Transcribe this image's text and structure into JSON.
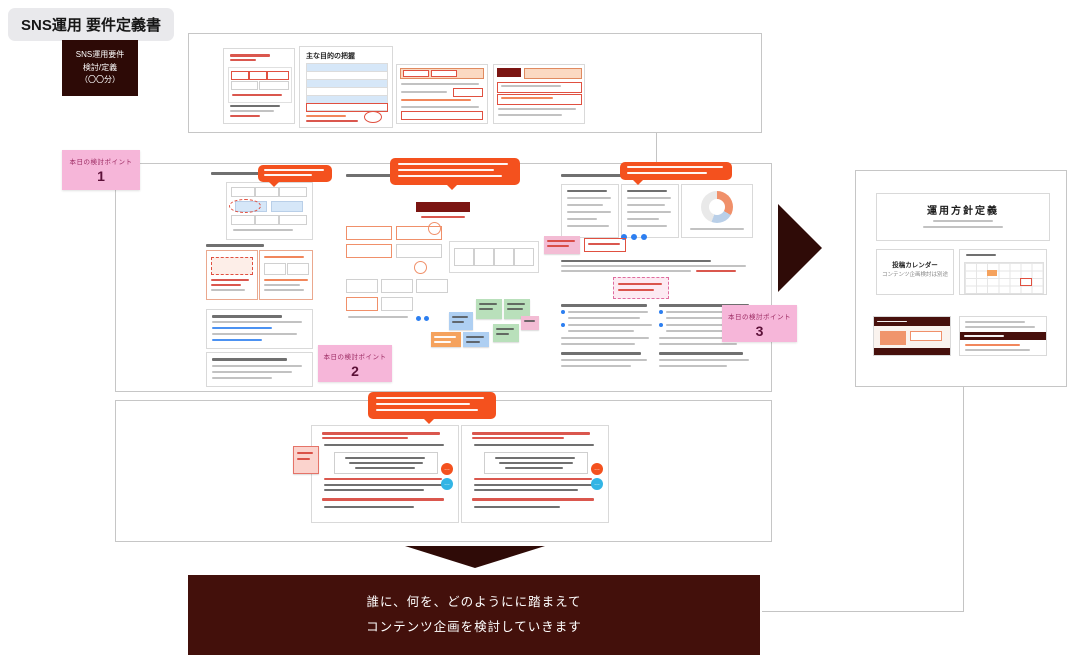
{
  "page": {
    "title": "SNS運用 要件定義書"
  },
  "phase_box": {
    "line1": "SNS運用要件",
    "line2": "検討/定義",
    "line3": "（〇〇分）"
  },
  "sticky_notes": {
    "label": "本日の検討ポイント",
    "num1": "1",
    "num2": "2",
    "num3": "3"
  },
  "top_panel": {
    "doc2_title": "主な目的の把握"
  },
  "right_panel": {
    "policy_doc_title": "運用方針定義",
    "calendar_box_title": "投稿カレンダー",
    "calendar_box_sub": "コンテンツ企画検討は別途"
  },
  "banner": {
    "line1": "誰に、何を、どのようにに踏まえて",
    "line2": "コンテンツ企画を検討していきます"
  },
  "colors": {
    "accent_orange": "#f4511e",
    "dark_maroon": "#43100b",
    "phase_box_maroon": "#2d0a06",
    "sticky_pink": "#f6b6d9",
    "note_green": "#b9e0bb",
    "note_blue": "#aecff2",
    "note_orange": "#f5a25d",
    "highlight_red": "#e05040",
    "table_blue": "#d6e7f8"
  }
}
